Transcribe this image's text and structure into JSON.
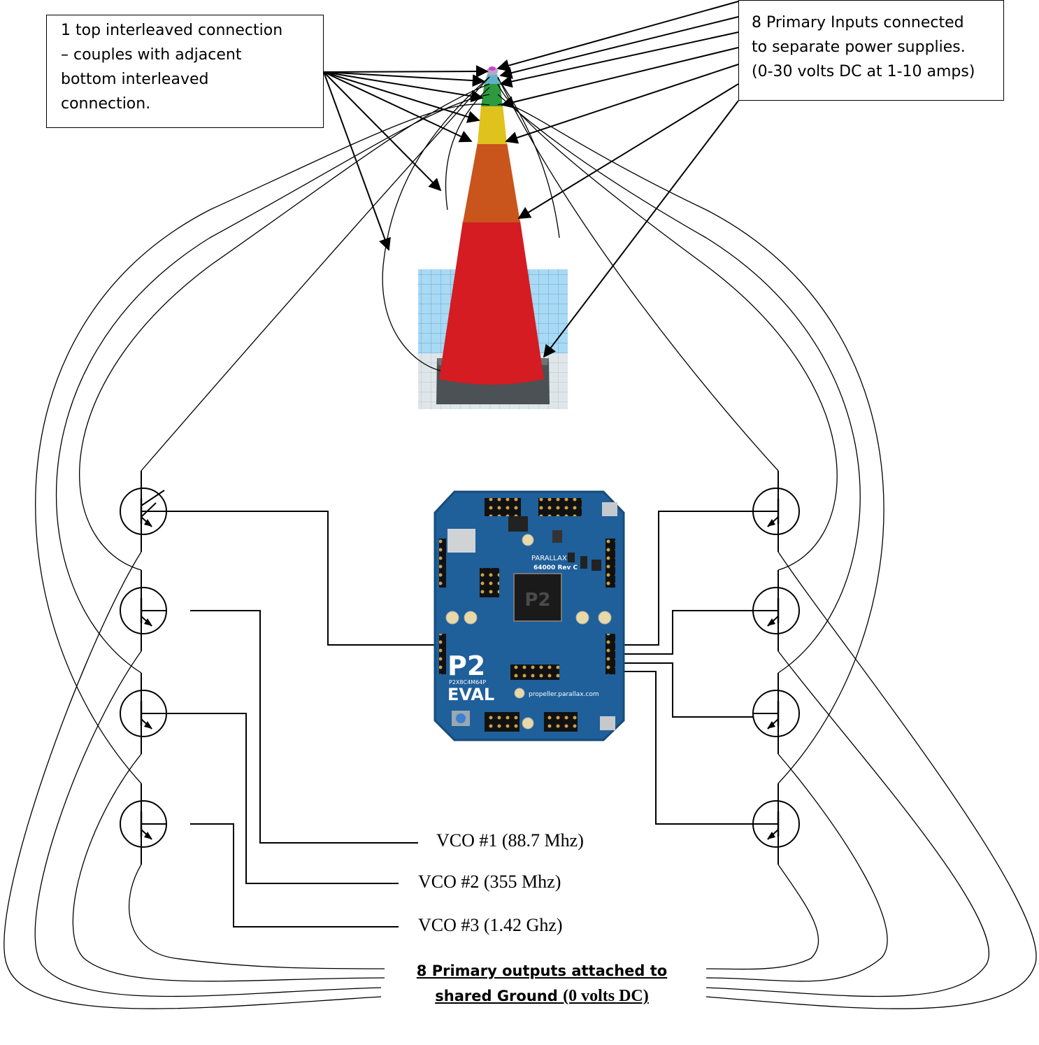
{
  "callouts": {
    "top_interleaved": "1 top interleaved connection\n– couples with adjacent\nbottom interleaved\nconnection.",
    "primary_inputs": "8 Primary Inputs connected\nto separate power supplies.\n(0-30 volts DC at 1-10 amps)"
  },
  "vco": {
    "vco1": "VCO #1 (88.7 Mhz)",
    "vco2": "VCO #2 (355 Mhz)",
    "vco3": "VCO #3 (1.42 Ghz)"
  },
  "ground": {
    "line1": "8 Primary outputs attached to",
    "line2_prefix": "shared Ground ",
    "line2_value": "(0 volts DC)"
  },
  "board": {
    "brand": "PARALLAX",
    "revision": "64000 Rev C",
    "chip_label": "P2",
    "model_big": "P2",
    "model_code": "P2X8C4M64P",
    "model_eval": "EVAL",
    "url": "propeller.parallax.com"
  },
  "colors": {
    "cone_top": "#b7a6c9",
    "cone_cyan": "#5fb3c8",
    "cone_green": "#2e9a3f",
    "cone_yellow": "#e0c21c",
    "cone_orange": "#c9541c",
    "cone_red": "#d41c22",
    "base": "#4b5154",
    "grid_blue": "#7fc4ea",
    "board_blue": "#1f5f9a"
  }
}
